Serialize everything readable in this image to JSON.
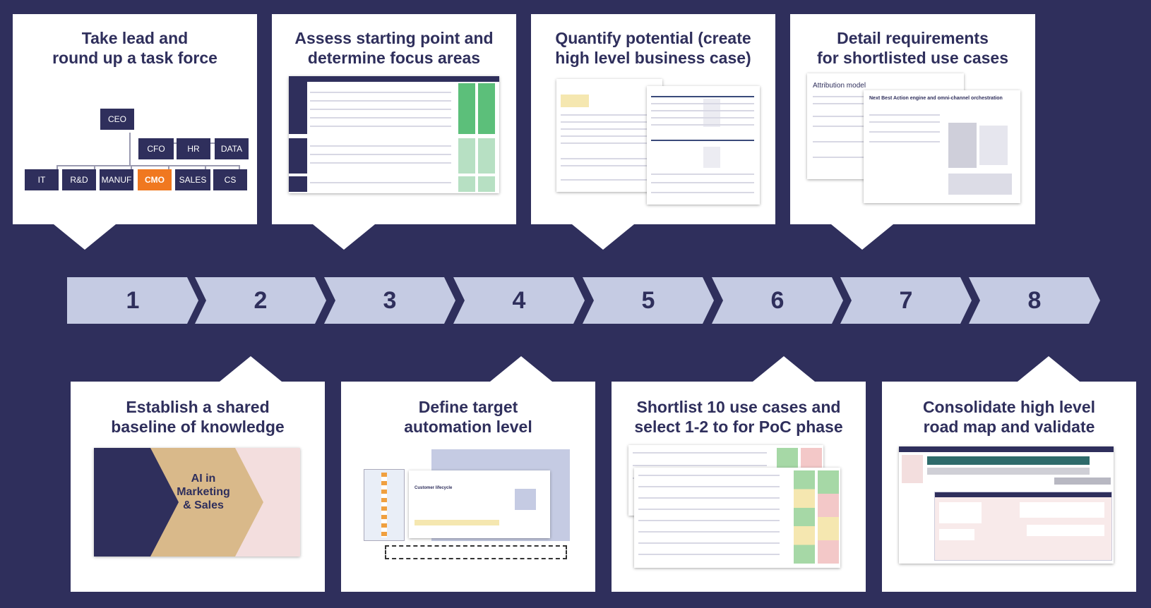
{
  "top_cards": [
    {
      "title": "Take lead and\nround up a task force"
    },
    {
      "title": "Assess starting point and\ndetermine focus areas"
    },
    {
      "title": "Quantify potential (create\nhigh level business case)"
    },
    {
      "title": "Detail requirements\nfor shortlisted use cases"
    }
  ],
  "bottom_cards": [
    {
      "title": "Establish a shared\nbaseline of knowledge"
    },
    {
      "title": "Define target\nautomation level"
    },
    {
      "title": "Shortlist 10 use cases and\nselect 1-2 to for PoC phase"
    },
    {
      "title": "Consolidate high level\nroad map and validate"
    }
  ],
  "org_chart": {
    "top": "CEO",
    "middle": [
      "CFO",
      "HR",
      "DATA"
    ],
    "bottom": [
      "IT",
      "R&D",
      "MANUF",
      "CMO",
      "SALES",
      "CS"
    ],
    "highlight": "CMO",
    "highlight_color": "#f07820"
  },
  "steps": [
    "1",
    "2",
    "3",
    "4",
    "5",
    "6",
    "7",
    "8"
  ],
  "thumb_texts": {
    "attribution": "Attribution model",
    "next_best": "Next Best Action engine and omni-channel orchestration",
    "ai_book_line1": "AI in",
    "ai_book_line2": "Marketing",
    "ai_book_line3": "& Sales",
    "customer_lifecycle": "Customer lifecycle"
  },
  "colors": {
    "background": "#2f2f5c",
    "arrow": "#c5cbe3",
    "card": "#ffffff",
    "accent": "#f07820",
    "green": "#5cbf7a"
  }
}
